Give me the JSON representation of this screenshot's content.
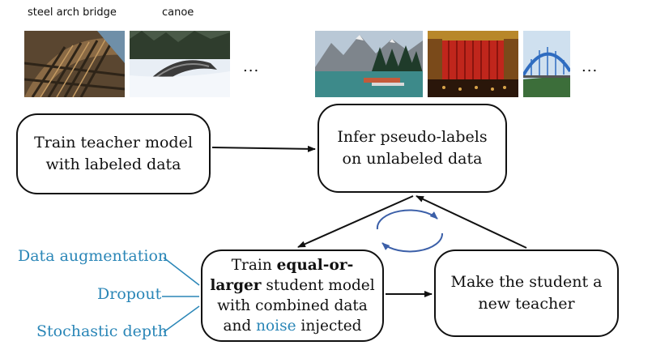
{
  "labeled_images": {
    "captions": [
      "steel arch bridge",
      "canoe"
    ],
    "ellipsis": "..."
  },
  "unlabeled_images": {
    "ellipsis": "..."
  },
  "teacher_box": {
    "line1": "Train teacher model",
    "line2": "with labeled data"
  },
  "infer_box": {
    "line1": "Infer pseudo-labels",
    "line2": "on unlabeled data"
  },
  "student_box": {
    "p1": "Train ",
    "bold1": "equal-or-",
    "bold2": "larger",
    "p2": " student model",
    "line3": "with combined data",
    "p4a": "and ",
    "noise": "noise",
    "p4b": " injected"
  },
  "new_teacher_box": {
    "line1": "Make the student a",
    "line2": "new teacher"
  },
  "noise_types": [
    "Data augmentation",
    "Dropout",
    "Stochastic depth"
  ],
  "colors": {
    "accent_blue": "#2a86b7",
    "cycle_blue": "#3b5fa8"
  }
}
